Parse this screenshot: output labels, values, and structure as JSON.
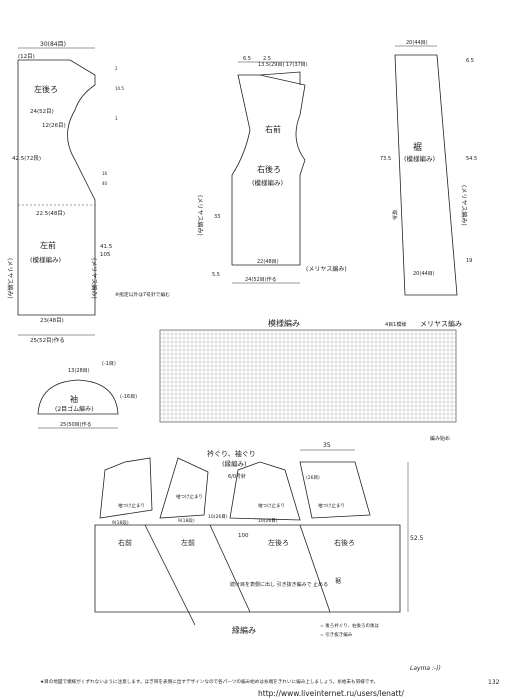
{
  "pieces": {
    "left_back": {
      "label": "左後ろ"
    },
    "left_front": {
      "label": "左前",
      "sub": "(模様編み)"
    },
    "right_front": {
      "label": "右前"
    },
    "right_back": {
      "label": "右後ろ",
      "sub": "(模様編み)"
    },
    "hem": {
      "label": "裾",
      "sub": "(模様編み)"
    },
    "sleeve": {
      "label": "袖",
      "sub": "(2目ゴム編み)"
    }
  },
  "dims": {
    "lb_top": "30(84目)",
    "lb_12": "(12目)",
    "lb_24": "24(52目)",
    "lb_12b": "12(26目)",
    "lb_42": "42.5(72段)",
    "lb_22": "22.5(48目)",
    "lb_23": "23(48目)",
    "lb_25": "25(52目)作る",
    "lb_41": "41.5",
    "lb_105": "105",
    "note_pick": "※指定以外は7号針で編む",
    "rf_6": "6.5",
    "rf_25": "2.5",
    "rf_135": "13.5(29目)",
    "rf_17": "17(37目)",
    "rf_22": "22(48目)",
    "rf_24": "24(52目)作る",
    "rf_55": "5.5",
    "rf_33": "33",
    "hem_top": "20(44目)",
    "hem_20b": "20(44目)",
    "hem_735": "73.5",
    "hem_545": "54.5",
    "hem_19": "19",
    "hem_65": "6.5",
    "hem_side": "縦糸",
    "sleeve_13": "13(28目)",
    "sleeve_25": "25(50目)作る",
    "sleeve_16": "(-16目)",
    "sleeve_1": "(-1目)"
  },
  "labels": {
    "meriyasu": "(メリヤス編み)",
    "meriyasu2": "(メリヤス編み)",
    "pattern_title": "模様編み",
    "pattern_repeat": "4目1模様",
    "pattern_meriyasu": "メリヤス編み",
    "knit_start": "編み始め",
    "neck_title": "衿ぐり、袖ぐり",
    "neck_sub": "(縁編み)",
    "neck_needle": "6/0号針",
    "edge_title": "縁編み",
    "w35": "35",
    "h525": "52.5",
    "d100": "100",
    "pick_up_1": "袖つけ止まり",
    "pick_up_2": "袖つけ止まり",
    "pick_up_3": "袖つけ止まり",
    "pick_up_4": "袖つけ止まり",
    "mid_9": "9(18段)",
    "mid_10": "10(26目)",
    "mid_102": "10(26目)",
    "mid_92": "9(18段)",
    "mid_26": "(26目)",
    "pt_right_front": "右前",
    "pt_left_front": "左前",
    "pt_left_back": "左後ろ",
    "pt_right_back": "右後ろ",
    "pt_hem": "裾",
    "note_box": "続け目を表側に出し\n引き抜き編みで\n止める",
    "legend_1": "= 後ろ衿ぐり、右後ろの後は",
    "legend_2": "= 引き抜き編み",
    "footnote": "★目の地図で模様がくずれないように注意します。ほぎ目を表側に出すデザインなので各パーツの編み始めは糸端をきれいに編み上しましょう。糸始末も同様です。",
    "brand": "Layma :-))",
    "page_no": "132",
    "url": "http://www.liveinternet.ru/users/lenatt/"
  }
}
